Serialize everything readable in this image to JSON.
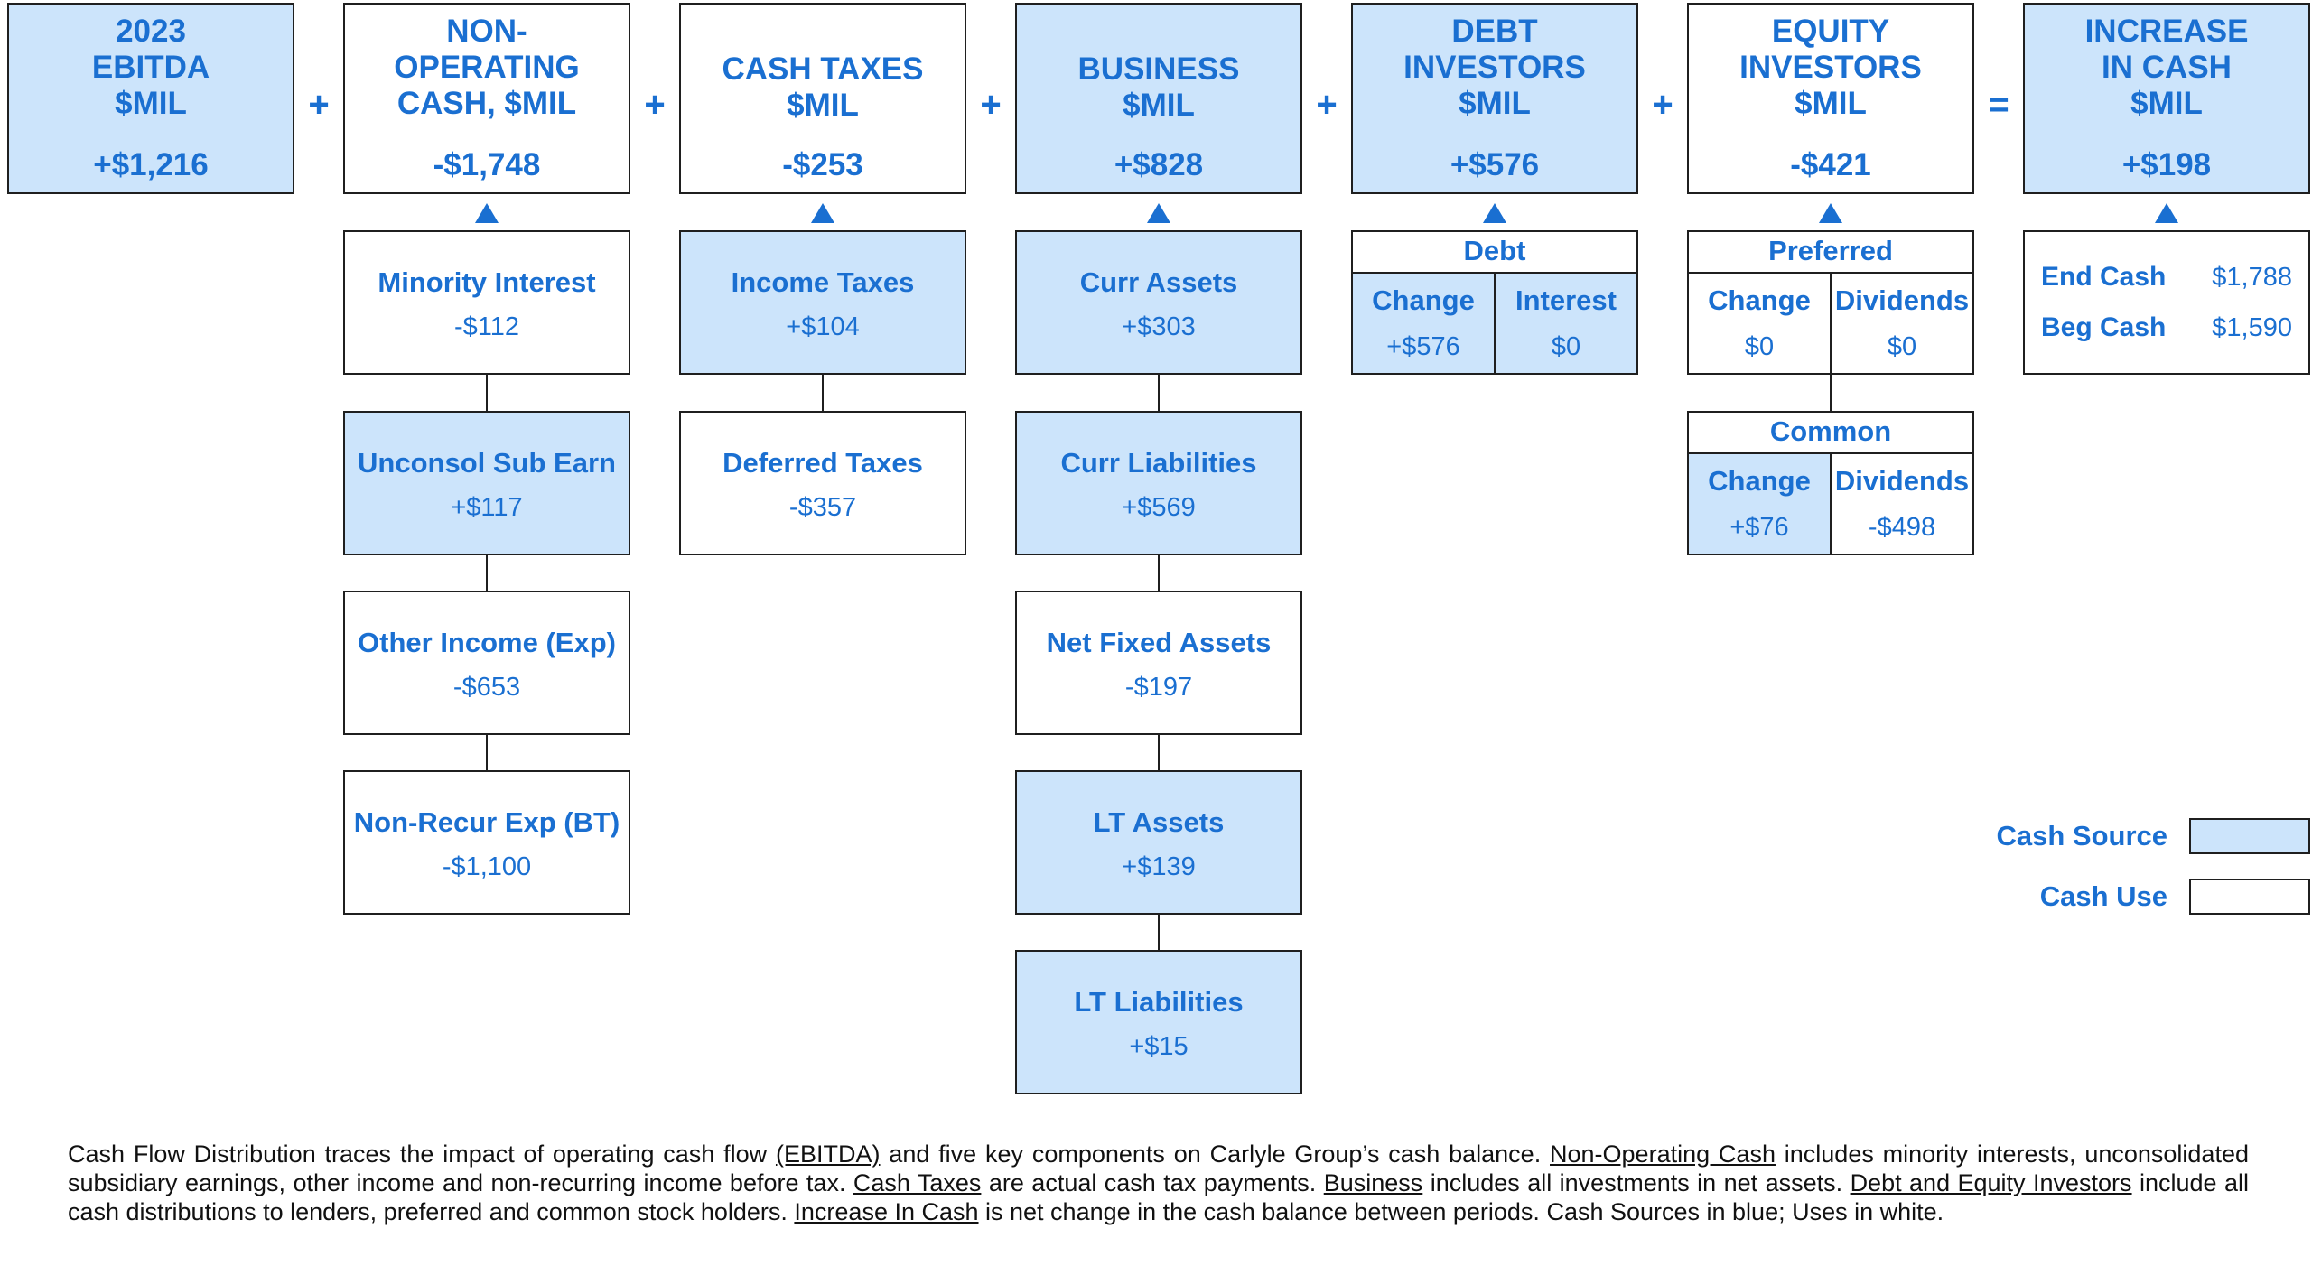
{
  "colors": {
    "source": "#cce4fb",
    "use": "#ffffff",
    "text": "#1a6fd1",
    "border": "#1f1f1f"
  },
  "top": {
    "ebitda": {
      "title": [
        "2023",
        "EBITDA",
        "$MIL"
      ],
      "value": "+$1,216"
    },
    "nonop": {
      "title": [
        "NON-",
        "OPERATING",
        "CASH, $MIL"
      ],
      "value": "-$1,748"
    },
    "taxes": {
      "title": [
        "CASH TAXES",
        "$MIL"
      ],
      "value": "-$253"
    },
    "business": {
      "title": [
        "BUSINESS",
        "$MIL"
      ],
      "value": "+$828"
    },
    "debt": {
      "title": [
        "DEBT",
        "INVESTORS",
        "$MIL"
      ],
      "value": "+$576"
    },
    "equity": {
      "title": [
        "EQUITY",
        "INVESTORS",
        "$MIL"
      ],
      "value": "-$421"
    },
    "increase": {
      "title": [
        "INCREASE",
        "IN CASH",
        "$MIL"
      ],
      "value": "+$198"
    }
  },
  "operators": {
    "plus": "+",
    "equals": "="
  },
  "nonop_items": [
    {
      "label": "Minority Interest",
      "value": "-$112"
    },
    {
      "label": "Unconsol Sub Earn",
      "value": "+$117"
    },
    {
      "label": "Other Income (Exp)",
      "value": "-$653"
    },
    {
      "label": "Non-Recur Exp (BT)",
      "value": "-$1,100"
    }
  ],
  "tax_items": [
    {
      "label": "Income Taxes",
      "value": "+$104"
    },
    {
      "label": "Deferred Taxes",
      "value": "-$357"
    }
  ],
  "business_items": [
    {
      "label": "Curr Assets",
      "value": "+$303"
    },
    {
      "label": "Curr Liabilities",
      "value": "+$569"
    },
    {
      "label": "Net Fixed Assets",
      "value": "-$197"
    },
    {
      "label": "LT Assets",
      "value": "+$139"
    },
    {
      "label": "LT Liabilities",
      "value": "+$15"
    }
  ],
  "debt_detail": {
    "header": "Debt",
    "change": {
      "label": "Change",
      "value": "+$576"
    },
    "interest": {
      "label": "Interest",
      "value": "$0"
    }
  },
  "preferred": {
    "header": "Preferred",
    "change": {
      "label": "Change",
      "value": "$0"
    },
    "dividends": {
      "label": "Dividends",
      "value": "$0"
    }
  },
  "common": {
    "header": "Common",
    "change": {
      "label": "Change",
      "value": "+$76"
    },
    "dividends": {
      "label": "Dividends",
      "value": "-$498"
    }
  },
  "cash": {
    "end": {
      "label": "End Cash",
      "value": "$1,788"
    },
    "beg": {
      "label": "Beg Cash",
      "value": "$1,590"
    }
  },
  "legend": {
    "source": "Cash Source",
    "use": "Cash Use"
  },
  "footnote": {
    "p1": "Cash Flow Distribution traces the impact of operating cash flow ",
    "u1": "(EBITDA)",
    "p2": " and five key components on Carlyle Group’s cash balance. ",
    "u2": "Non-Operating  Cash",
    "p3": " includes minority interests, unconsolidated subsidiary earnings, other income and non-recurring  income before tax. ",
    "u3": "Cash Taxes",
    "p4": " are actual cash tax payments. ",
    "u4": "Business",
    "p5": " includes all investments in net assets. ",
    "u5": "Debt and Equity Investors",
    "p6": " include all cash distributions to lenders, preferred and common stock holders. ",
    "u6": "Increase In Cash",
    "p7": " is net change in the cash balance between periods. Cash Sources in blue; Uses in white."
  }
}
